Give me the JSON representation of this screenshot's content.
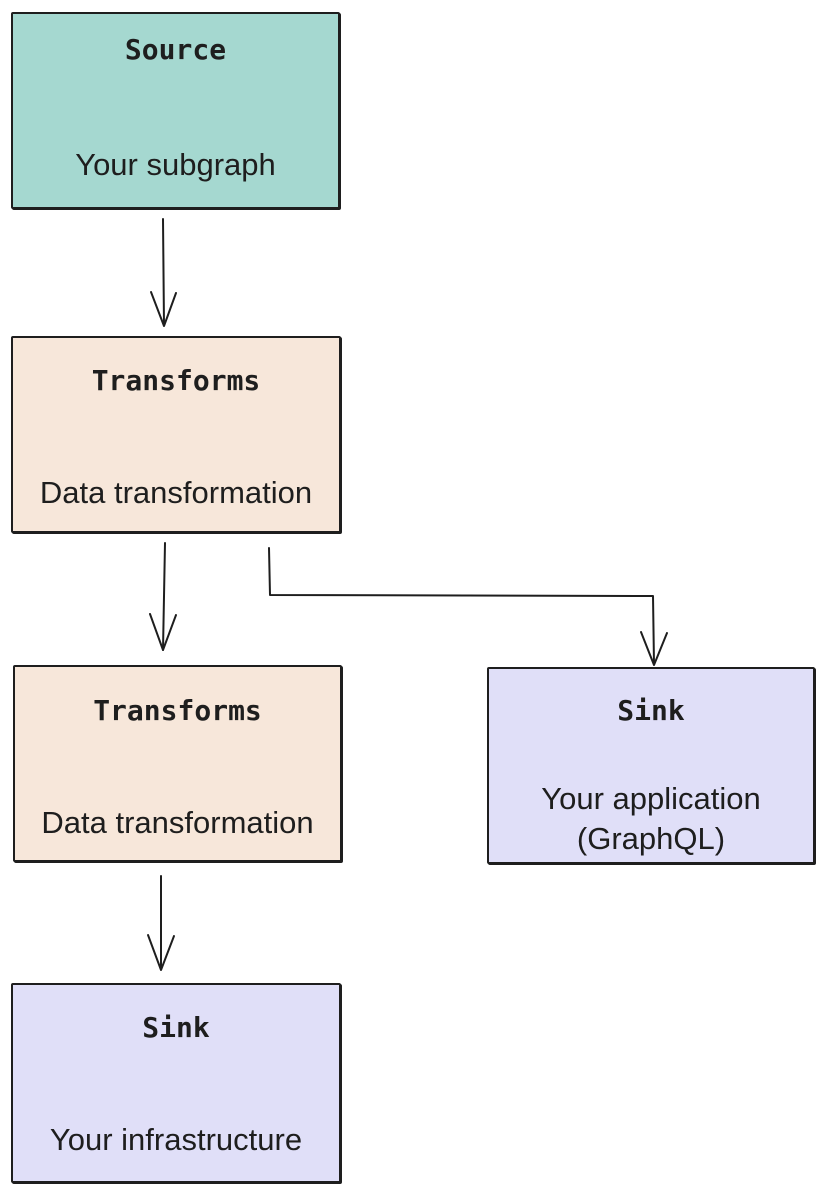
{
  "nodes": {
    "source": {
      "title": "Source",
      "description": "Your subgraph",
      "color": "#a5d8d0"
    },
    "transforms_1": {
      "title": "Transforms",
      "description": "Data transformation",
      "color": "#f7e7da"
    },
    "transforms_2": {
      "title": "Transforms",
      "description": "Data transformation",
      "color": "#f7e7da"
    },
    "sink_application": {
      "title": "Sink",
      "description_line1": "Your application",
      "description_line2": "(GraphQL)",
      "color": "#e0dff8"
    },
    "sink_infrastructure": {
      "title": "Sink",
      "description": "Your infrastructure",
      "color": "#e0dff8"
    }
  },
  "edges": [
    {
      "from": "Source",
      "to": "Transforms"
    },
    {
      "from": "Transforms",
      "to": "Transforms"
    },
    {
      "from": "Transforms",
      "to": "Sink (Your application)"
    },
    {
      "from": "Transforms",
      "to": "Sink (Your infrastructure)"
    }
  ]
}
